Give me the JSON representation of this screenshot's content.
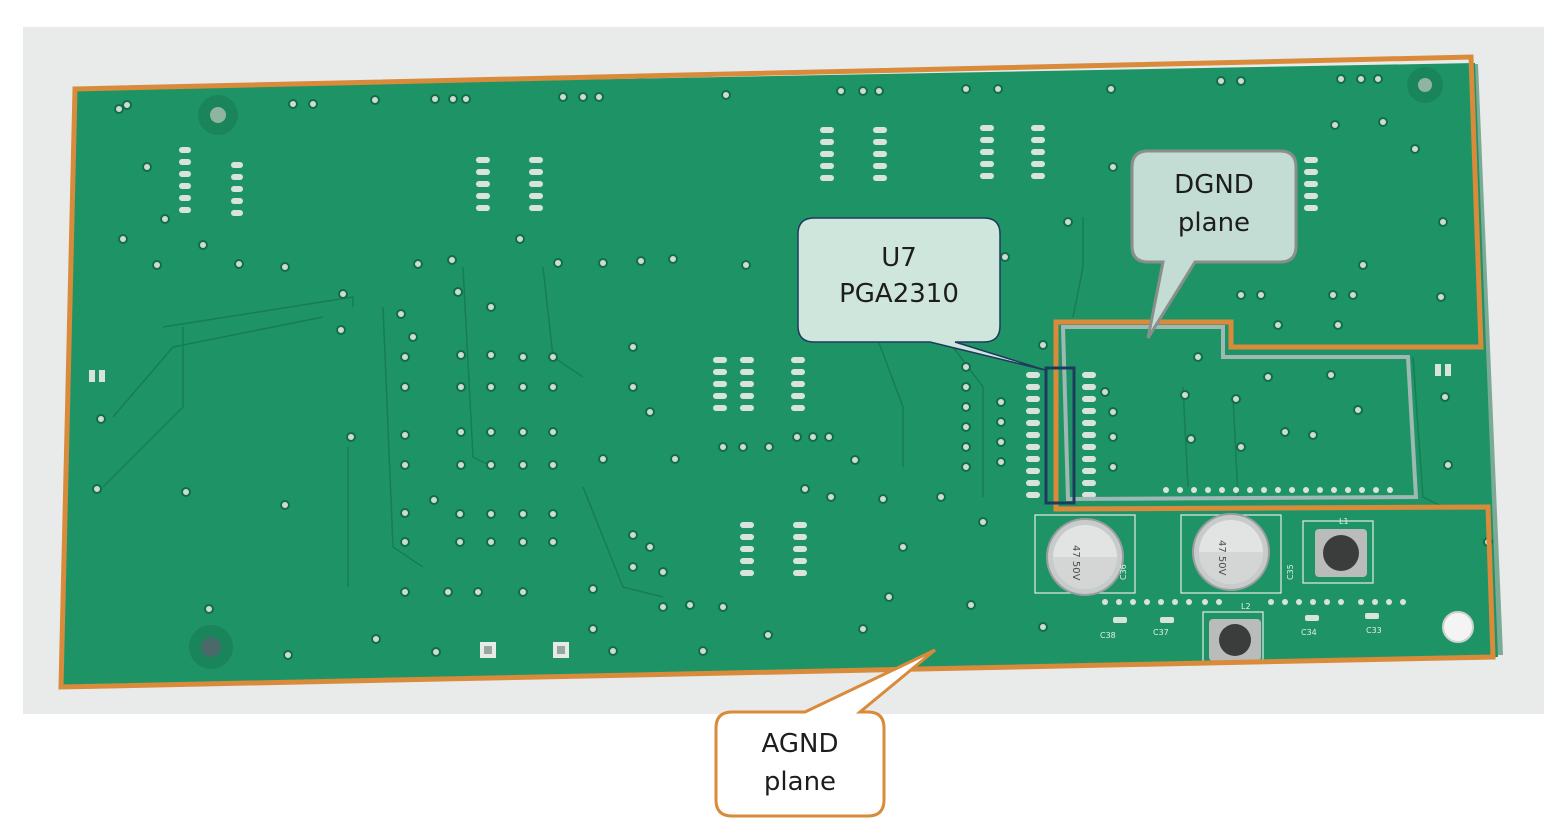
{
  "callouts": {
    "u7": {
      "line1": "U7",
      "line2": "PGA2310"
    },
    "dgnd": {
      "line1": "DGND",
      "line2": "plane"
    },
    "agnd": {
      "line1": "AGND",
      "line2": "plane"
    }
  },
  "silkscreen": {
    "c36": "C36",
    "c35": "C35",
    "c38": "C38",
    "c37": "C37",
    "c34": "C34",
    "c33": "C33",
    "l1": "L1",
    "l2": "L2",
    "cap_text": "47\n50V"
  },
  "colors": {
    "pcb_green": "#1e9466",
    "agnd_outline": "#d98a3a",
    "dgnd_outline": "#9fb8b4",
    "u7_outline": "#1f3a5f",
    "callout_fill": "#cfe6dd"
  }
}
